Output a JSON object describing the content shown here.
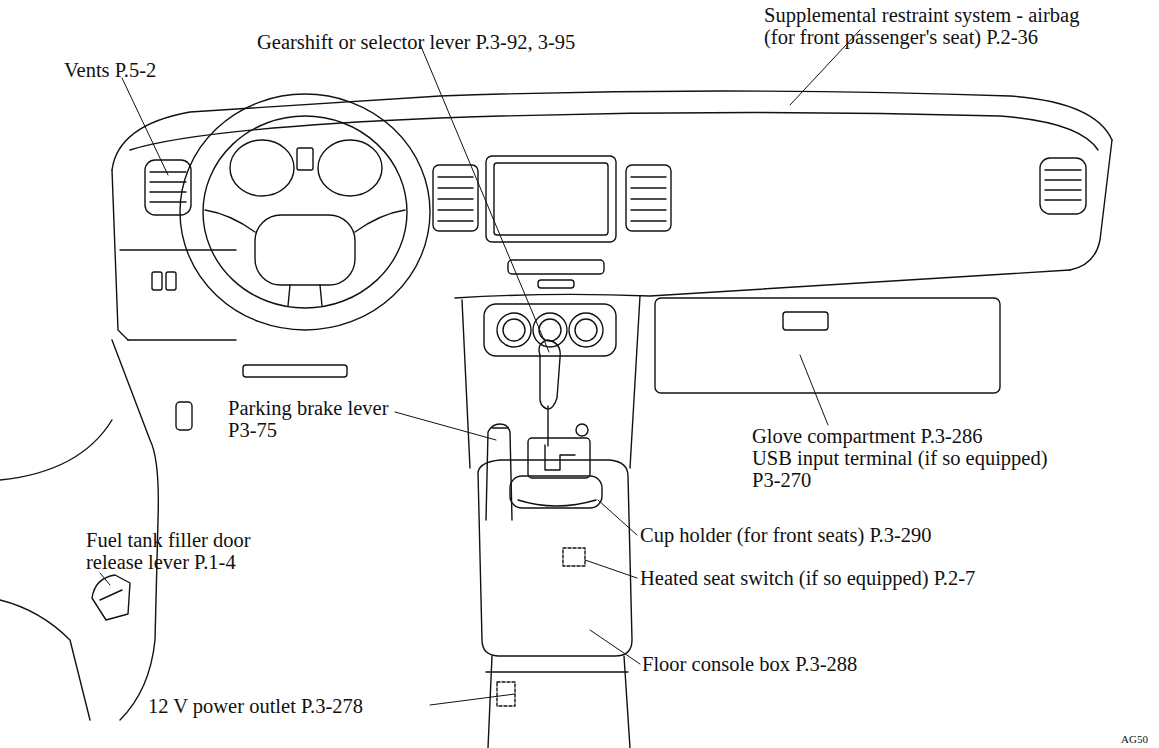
{
  "diagram": {
    "labels": [
      "Vents P.5-2",
      "Gearshift or selector lever P.3-92, 3-95",
      "Supplemental restraint system - airbag (for front passenger's seat) P.2-36",
      "Parking brake lever P3-75",
      "Glove compartment P.3-286",
      "USB input terminal (if so equipped) P3-270",
      "Cup holder (for front seats) P.3-290",
      "Fuel tank filler door release lever P.1-4",
      "Heated seat switch (if so equipped) P.2-7",
      "Floor console box P.3-288",
      "12 V power outlet P.3-278",
      "AG50"
    ]
  }
}
